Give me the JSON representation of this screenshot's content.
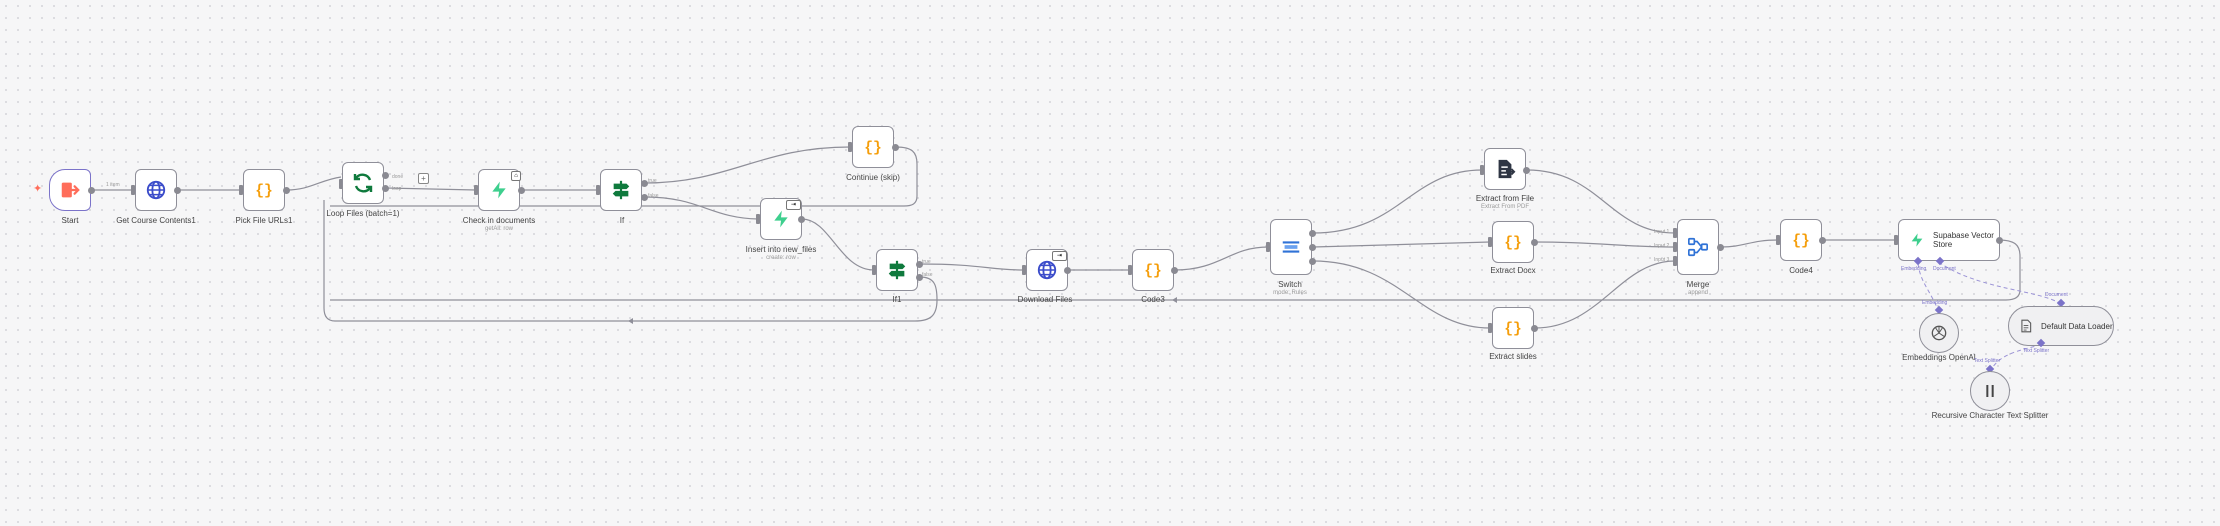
{
  "colors": {
    "accent": "#ff6d5a",
    "code": "#f59e0b",
    "http": "#3b4cca",
    "ifnode": "#0f7a3d",
    "supabase": "#3ecf8e",
    "ai": "#7b73c9"
  },
  "nodes": {
    "start": {
      "label": "Start",
      "icon": "exit-door-icon"
    },
    "get_course": {
      "label": "Get Course Contents1",
      "icon": "globe-icon"
    },
    "pick_urls": {
      "label": "Pick File URLs1",
      "icon": "code-braces-icon"
    },
    "loop": {
      "label": "Loop Files (batch=1)",
      "icon": "refresh-icon"
    },
    "check_docs": {
      "label": "Check in documents",
      "sub": "getAll: row",
      "icon": "supabase-icon"
    },
    "if_node": {
      "label": "If",
      "icon": "signpost-icon"
    },
    "continue_skip": {
      "label": "Continue (skip)",
      "icon": "code-braces-icon"
    },
    "insert_new": {
      "label": "Insert into new_files",
      "sub": "create: row",
      "icon": "supabase-icon"
    },
    "if1": {
      "label": "If1",
      "icon": "signpost-icon"
    },
    "download": {
      "label": "Download Files",
      "icon": "globe-icon"
    },
    "code3": {
      "label": "Code3",
      "icon": "code-braces-icon"
    },
    "switch": {
      "label": "Switch",
      "sub": "mode: Rules",
      "icon": "switch-icon"
    },
    "extract_file": {
      "label": "Extract from File",
      "sub": "Extract From PDF",
      "icon": "file-export-icon"
    },
    "extract_docx": {
      "label": "Extract Docx",
      "icon": "code-braces-icon"
    },
    "extract_slides": {
      "label": "Extract slides",
      "icon": "code-braces-icon"
    },
    "merge": {
      "label": "Merge",
      "sub": "append",
      "icon": "merge-icon"
    },
    "code4": {
      "label": "Code4",
      "icon": "code-braces-icon"
    },
    "supabase_vs": {
      "label": "Supabase Vector Store",
      "icon": "supabase-icon"
    },
    "embeddings": {
      "label": "Embeddings OpenAI",
      "icon": "openai-icon"
    },
    "loader": {
      "label": "Default Data Loader",
      "icon": "document-icon"
    },
    "splitter": {
      "label": "Recursive Character Text Splitter",
      "icon": "splitter-icon"
    }
  },
  "edge_labels": {
    "items": "1 item",
    "loop_done": "done",
    "loop_loop": "loop",
    "true": "true",
    "false": "false",
    "input1": "Input 1",
    "input2": "Input 2",
    "input3": "Input 3",
    "embedding": "Embedding",
    "document": "Document",
    "text_splitter": "Text Splitter"
  }
}
